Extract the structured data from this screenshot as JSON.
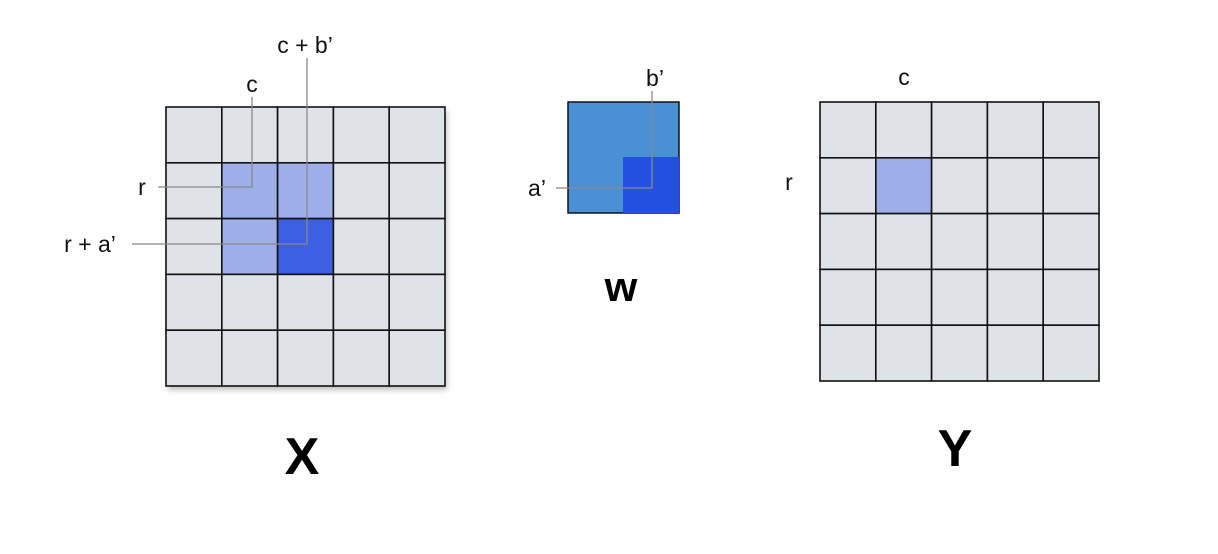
{
  "matrices": {
    "X": {
      "title": "X",
      "rows": 5,
      "cols": 5,
      "labels": {
        "c": "c",
        "c_plus_b": "c + b’",
        "r": "r",
        "r_plus_a": "r + a’"
      },
      "highlights": [
        {
          "row": 1,
          "col": 1,
          "shade": "light"
        },
        {
          "row": 1,
          "col": 2,
          "shade": "light"
        },
        {
          "row": 2,
          "col": 1,
          "shade": "light"
        },
        {
          "row": 2,
          "col": 2,
          "shade": "dark"
        }
      ]
    },
    "W": {
      "title": "w",
      "labels": {
        "a": "a’",
        "b": "b’"
      }
    },
    "Y": {
      "title": "Y",
      "rows": 5,
      "cols": 5,
      "labels": {
        "c": "c",
        "r": "r"
      },
      "highlights": [
        {
          "row": 1,
          "col": 1,
          "shade": "light"
        }
      ]
    }
  },
  "colors": {
    "cell": "#dfe3e9",
    "grid": "#111111",
    "light_highlight": "#9eaee8",
    "dark_highlight": "#3f5fe3",
    "kernel": "#4a90d4",
    "kernel_corner": "#2350e0",
    "leader": "#888888"
  }
}
